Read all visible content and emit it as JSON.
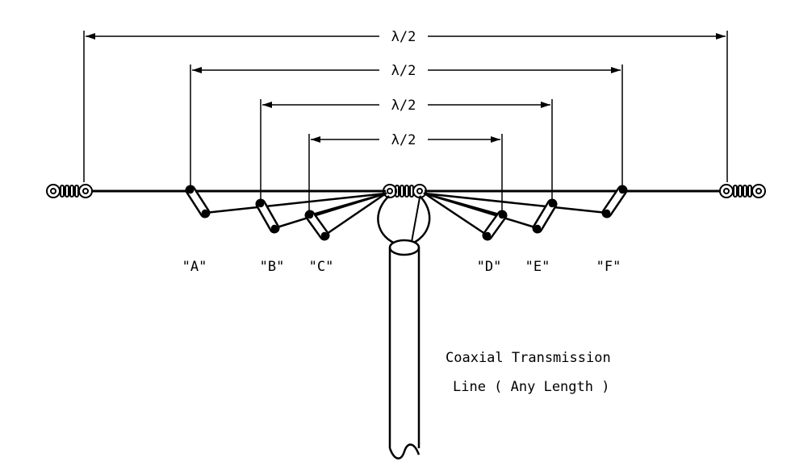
{
  "dimension_labels": [
    "λ/2",
    "λ/2",
    "λ/2",
    "λ/2"
  ],
  "tap_labels": [
    "\"A\"",
    "\"B\"",
    "\"C\"",
    "\"D\"",
    "\"E\"",
    "\"F\""
  ],
  "caption": {
    "line1": "Coaxial Transmission",
    "line2": "Line ( Any Length )"
  },
  "colors": {
    "ink": "#000000",
    "background": "#ffffff"
  }
}
